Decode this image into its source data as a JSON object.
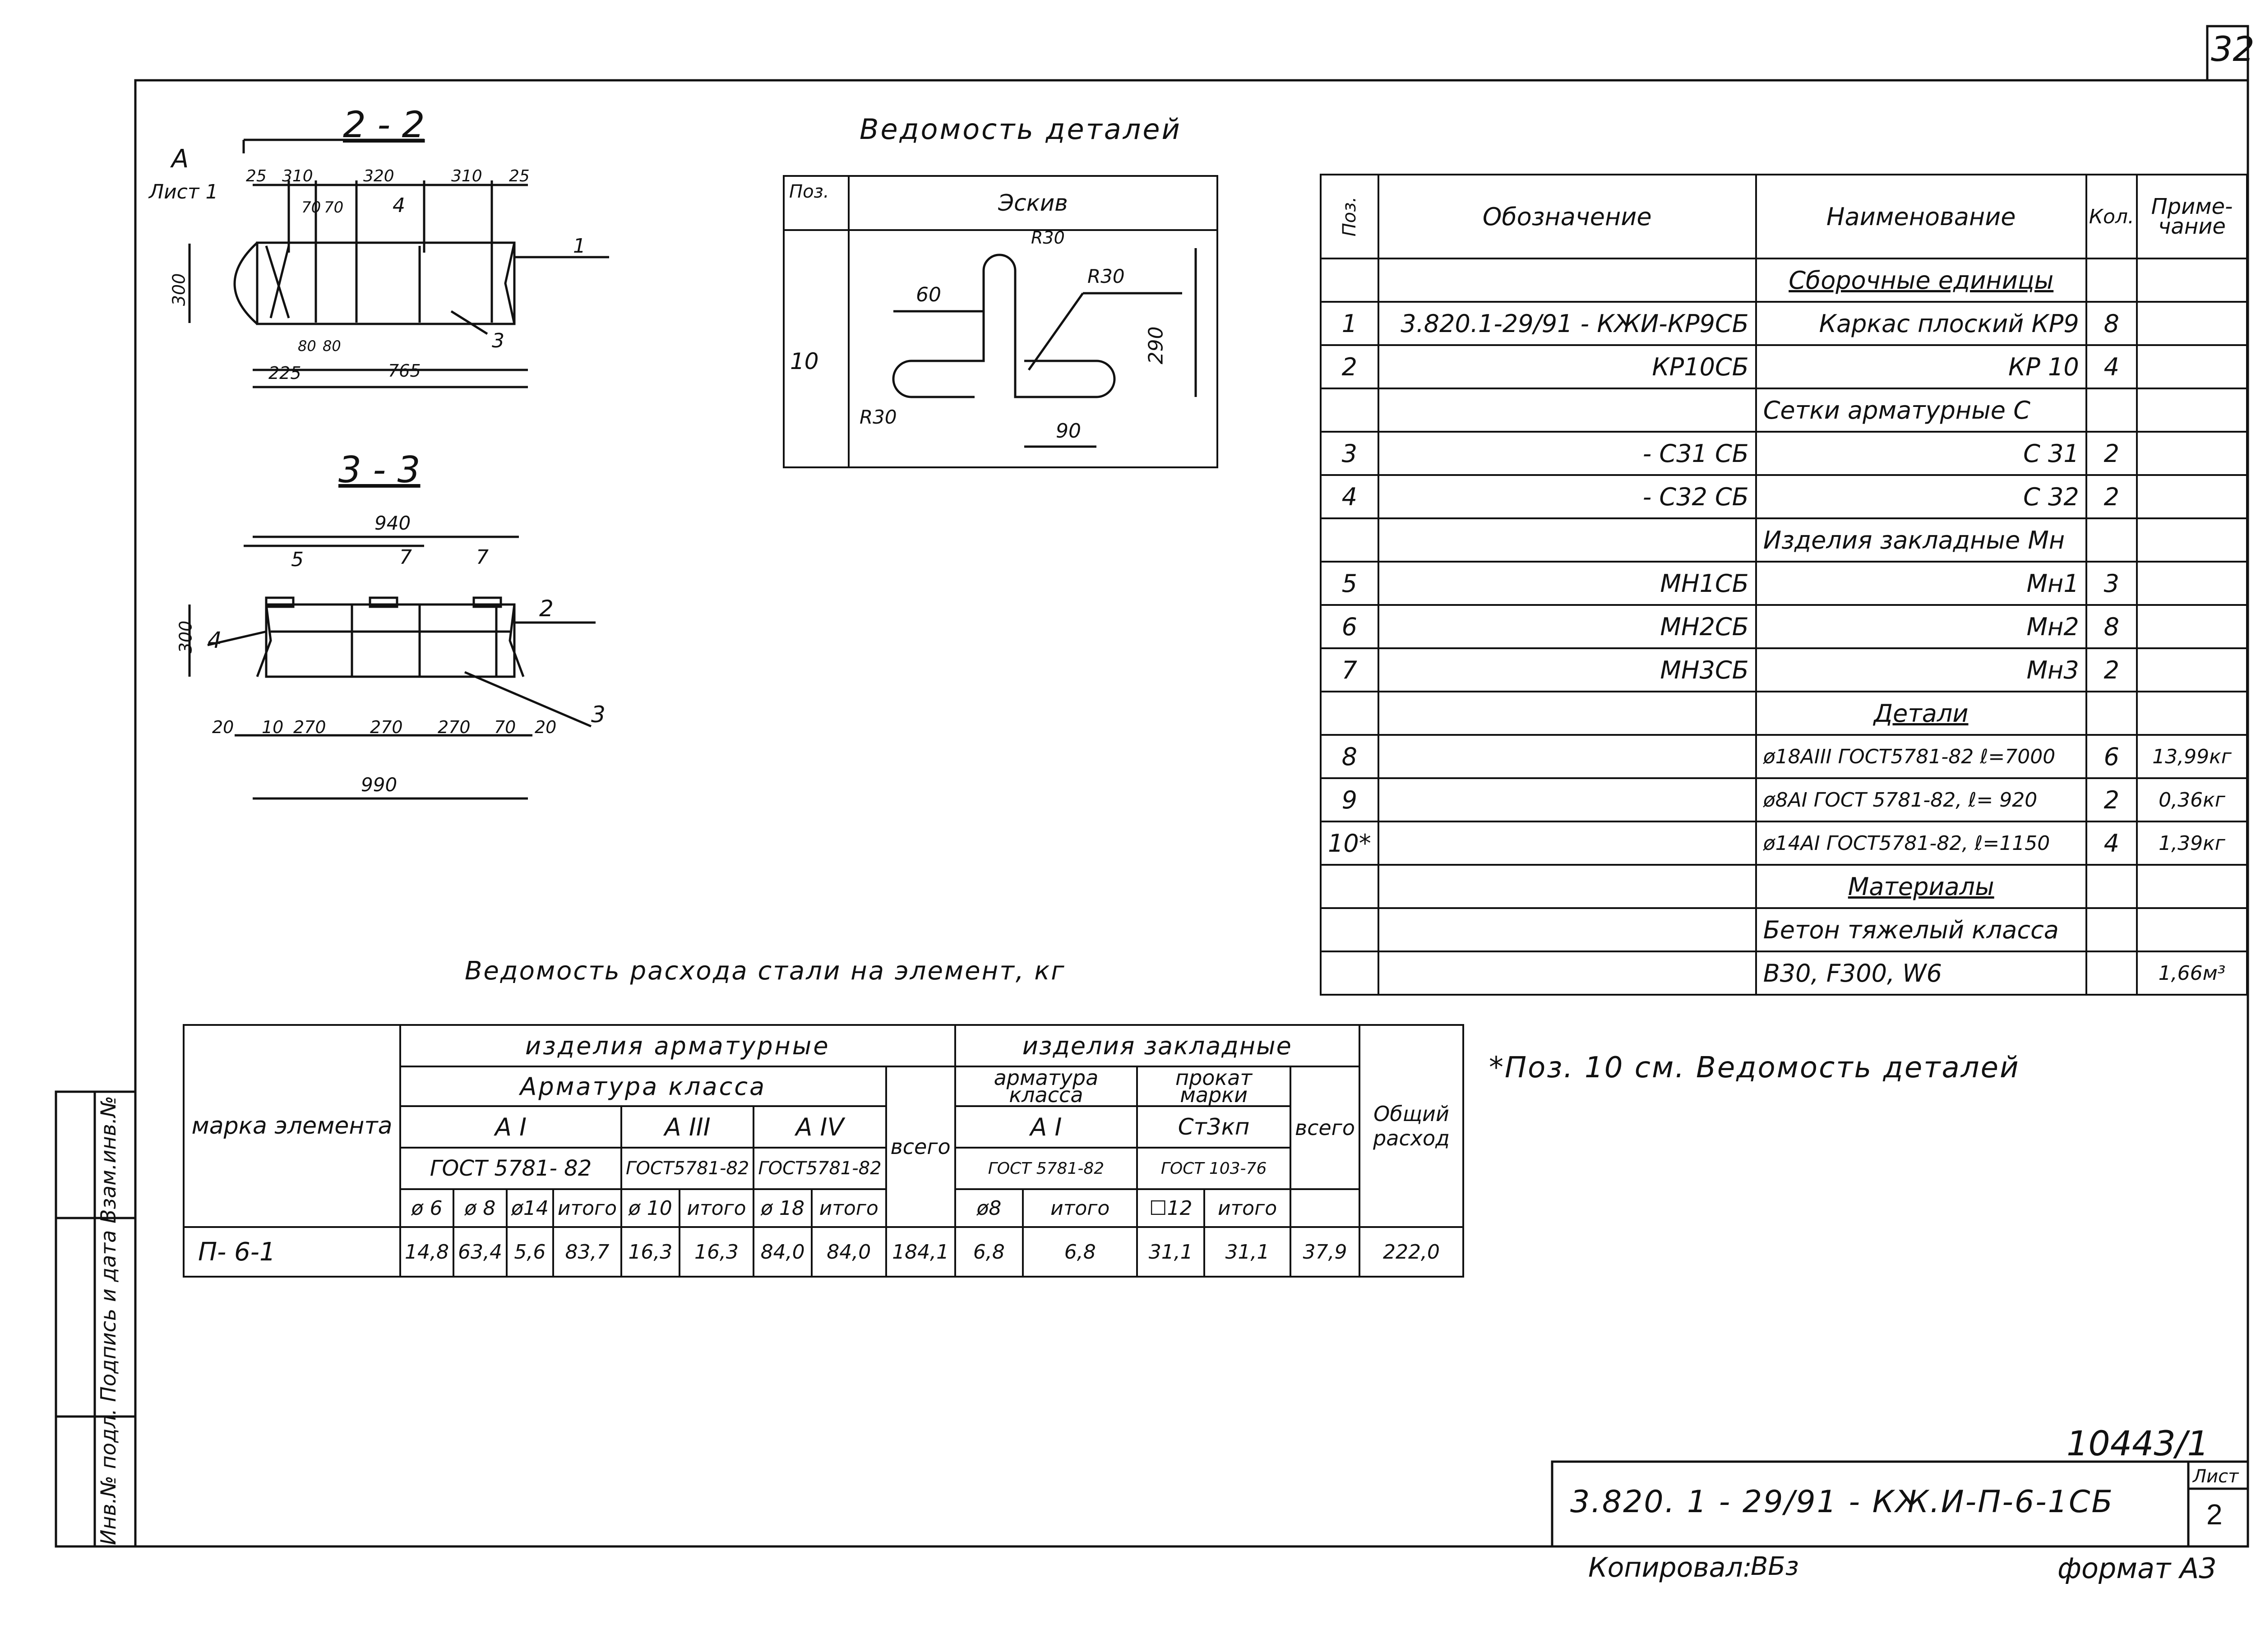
{
  "sheet": {
    "number": "32",
    "doc_code": "3.820. 1 - 29/91 - КЖ.И-П-6-1СБ",
    "list_label": "Лист",
    "list_no": "2",
    "inv_no": "10443/1",
    "copied_label": "Копировал:",
    "copied_sign": "ВБз",
    "format_label": "формат А3",
    "side_stamp": "Инв.№ подл. Подпись и дата Взам.инв.№"
  },
  "section22": {
    "title": "2 - 2",
    "callout_a": "А",
    "callout_list": "Лист 1",
    "dims_top": [
      "25",
      "310",
      "320",
      "310",
      "25"
    ],
    "dims_small_top": [
      "70",
      "70"
    ],
    "dims_small_bottom": [
      "80",
      "80"
    ],
    "dim_height": "300",
    "dim_225": "225",
    "dim_765": "765",
    "leaders": [
      "4",
      "1",
      "3"
    ]
  },
  "section33": {
    "title": "3 - 3",
    "dim_940": "940",
    "dim_height": "300",
    "dims_bottom": [
      "20",
      "10",
      "270",
      "270",
      "270",
      "70",
      "20"
    ],
    "dim_990": "990",
    "leaders": [
      "5",
      "7",
      "7",
      "2",
      "4",
      "3"
    ]
  },
  "details": {
    "title": "Ведомость деталей",
    "col_pos": "Поз.",
    "col_sketch": "Эскив",
    "row_pos": "10",
    "r_labels": [
      "R30",
      "R30",
      "R30"
    ],
    "dim_60": "60",
    "dim_290": "290",
    "dim_90": "90"
  },
  "spec": {
    "headers": {
      "pos": "Поз.",
      "designation": "Обозначение",
      "name": "Наименование",
      "qty": "Кол.",
      "note": "Приме-\nчание"
    },
    "rows": [
      {
        "pos": "",
        "designation": "",
        "name": "Сборочные единицы",
        "qty": "",
        "note": "",
        "kind": "section"
      },
      {
        "pos": "1",
        "designation": "3.820.1-29/91 - КЖИ-КР9СБ",
        "name": "Каркас плоский КР9",
        "qty": "8",
        "note": ""
      },
      {
        "pos": "2",
        "designation": "КР10СБ",
        "name": "КР 10",
        "qty": "4",
        "note": ""
      },
      {
        "pos": "",
        "designation": "",
        "name": "Сетки арматурные С",
        "qty": "",
        "note": "",
        "kind": "plain"
      },
      {
        "pos": "3",
        "designation": "- С31 СБ",
        "name": "С 31",
        "qty": "2",
        "note": ""
      },
      {
        "pos": "4",
        "designation": "- С32 СБ",
        "name": "С 32",
        "qty": "2",
        "note": ""
      },
      {
        "pos": "",
        "designation": "",
        "name": "Изделия закладные Мн",
        "qty": "",
        "note": "",
        "kind": "plain"
      },
      {
        "pos": "5",
        "designation": "МН1СБ",
        "name": "Мн1",
        "qty": "3",
        "note": ""
      },
      {
        "pos": "6",
        "designation": "МН2СБ",
        "name": "Мн2",
        "qty": "8",
        "note": ""
      },
      {
        "pos": "7",
        "designation": "МН3СБ",
        "name": "Мн3",
        "qty": "2",
        "note": ""
      },
      {
        "pos": "",
        "designation": "",
        "name": "Детали",
        "qty": "",
        "note": "",
        "kind": "section"
      },
      {
        "pos": "8",
        "designation": "",
        "name": "ø18АIII ГОСТ5781-82 ℓ=7000",
        "qty": "6",
        "note": "13,99кг"
      },
      {
        "pos": "9",
        "designation": "",
        "name": "ø8АI ГОСТ 5781-82, ℓ= 920",
        "qty": "2",
        "note": "0,36кг"
      },
      {
        "pos": "10*",
        "designation": "",
        "name": "ø14АI ГОСТ5781-82, ℓ=1150",
        "qty": "4",
        "note": "1,39кг"
      },
      {
        "pos": "",
        "designation": "",
        "name": "Материалы",
        "qty": "",
        "note": "",
        "kind": "section"
      },
      {
        "pos": "",
        "designation": "",
        "name": "Бетон тяжелый класса",
        "qty": "",
        "note": "",
        "kind": "plain"
      },
      {
        "pos": "",
        "designation": "",
        "name": "В30, F300, W6",
        "qty": "",
        "note": "1,66м³",
        "kind": "plain"
      }
    ]
  },
  "steel": {
    "title": "Ведомость расхода стали на элемент, кг",
    "h_mark": "марка элемента",
    "h_arm_items": "изделия арматурные",
    "h_emb_items": "изделия закладные",
    "h_total_use": "Общий расход",
    "h_arm_class": "Арматура класса",
    "h_a1": "А I",
    "h_a3": "А III",
    "h_a4": "А IV",
    "h_gost_a1": "ГОСТ 5781- 82",
    "h_gost_a3": "ГОСТ5781-82",
    "h_gost_a4": "ГОСТ5781-82",
    "h_all": "всего",
    "h_emb_arm": "арматура класса",
    "h_emb_rolled": "прокат марки",
    "h_emb_a1": "А I",
    "h_emb_st": "Ст3кп",
    "h_emb_gost_a1": "ГОСТ 5781-82",
    "h_emb_gost_st": "ГОСТ 103-76",
    "h_emb_all": "всего",
    "sub": [
      "ø 6",
      "ø 8",
      "ø14",
      "итого",
      "ø 10",
      "итого",
      "ø 18",
      "итого",
      "ø8",
      "итого",
      "☐12",
      "итого"
    ],
    "row": {
      "mark": "П- 6-1",
      "values": [
        "14,8",
        "63,4",
        "5,6",
        "83,7",
        "16,3",
        "16,3",
        "84,0",
        "84,0",
        "184,1",
        "6,8",
        "6,8",
        "31,1",
        "31,1",
        "37,9",
        "222,0"
      ]
    }
  },
  "footnote": "*Поз. 10 см. Ведомость деталей"
}
